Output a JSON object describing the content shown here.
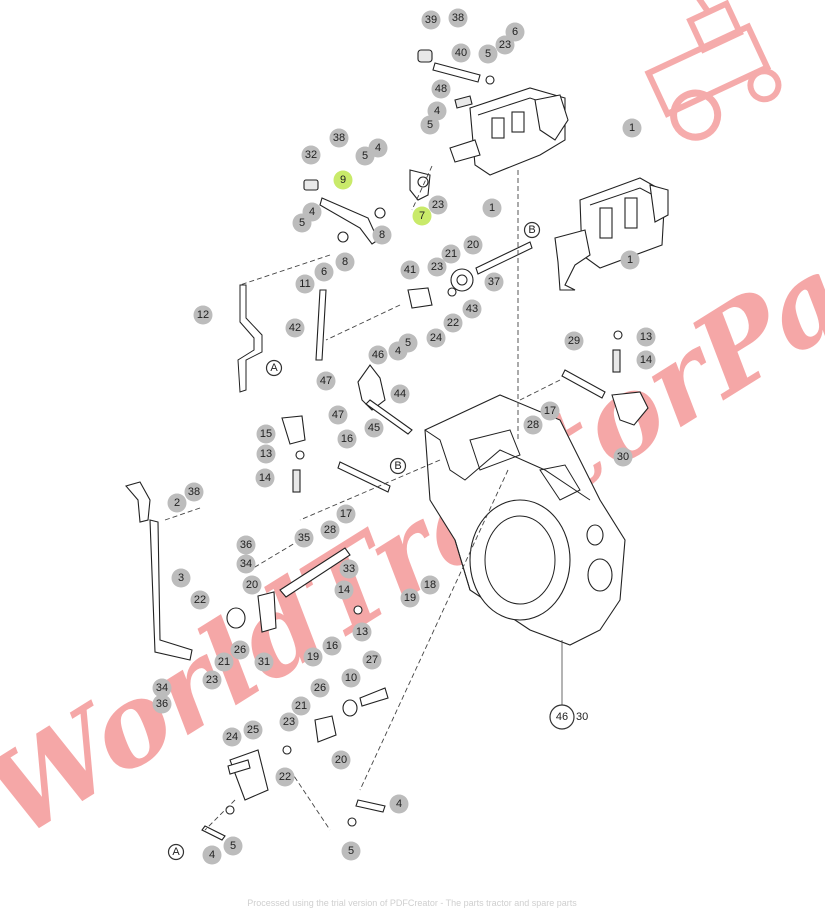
{
  "diagram": {
    "callouts": [
      {
        "label": "39"
      },
      {
        "label": "38"
      },
      {
        "label": "6"
      },
      {
        "label": "40"
      },
      {
        "label": "5"
      },
      {
        "label": "23"
      },
      {
        "label": "48"
      },
      {
        "label": "4"
      },
      {
        "label": "5"
      },
      {
        "label": "1"
      },
      {
        "label": "1"
      },
      {
        "label": "1"
      },
      {
        "label": "32"
      },
      {
        "label": "38"
      },
      {
        "label": "4"
      },
      {
        "label": "5"
      },
      {
        "label": "9"
      },
      {
        "label": "7"
      },
      {
        "label": "23"
      },
      {
        "label": "4"
      },
      {
        "label": "5"
      },
      {
        "label": "8"
      },
      {
        "label": "8"
      },
      {
        "label": "6"
      },
      {
        "label": "11"
      },
      {
        "label": "12"
      },
      {
        "label": "42"
      },
      {
        "label": "41"
      },
      {
        "label": "23"
      },
      {
        "label": "21"
      },
      {
        "label": "20"
      },
      {
        "label": "37"
      },
      {
        "label": "43"
      },
      {
        "label": "22"
      },
      {
        "label": "24"
      },
      {
        "label": "4"
      },
      {
        "label": "5"
      },
      {
        "label": "46"
      },
      {
        "label": "47"
      },
      {
        "label": "47"
      },
      {
        "label": "45"
      },
      {
        "label": "44"
      },
      {
        "label": "29"
      },
      {
        "label": "13"
      },
      {
        "label": "14"
      },
      {
        "label": "17"
      },
      {
        "label": "28"
      },
      {
        "label": "30"
      },
      {
        "label": "15"
      },
      {
        "label": "13"
      },
      {
        "label": "14"
      },
      {
        "label": "16"
      },
      {
        "label": "2"
      },
      {
        "label": "38"
      },
      {
        "label": "28"
      },
      {
        "label": "17"
      },
      {
        "label": "35"
      },
      {
        "label": "36"
      },
      {
        "label": "34"
      },
      {
        "label": "33"
      },
      {
        "label": "20"
      },
      {
        "label": "3"
      },
      {
        "label": "22"
      },
      {
        "label": "26"
      },
      {
        "label": "21"
      },
      {
        "label": "31"
      },
      {
        "label": "19"
      },
      {
        "label": "18"
      },
      {
        "label": "14"
      },
      {
        "label": "13"
      },
      {
        "label": "16"
      },
      {
        "label": "19"
      },
      {
        "label": "23"
      },
      {
        "label": "34"
      },
      {
        "label": "36"
      },
      {
        "label": "27"
      },
      {
        "label": "26"
      },
      {
        "label": "10"
      },
      {
        "label": "21"
      },
      {
        "label": "23"
      },
      {
        "label": "20"
      },
      {
        "label": "24"
      },
      {
        "label": "25"
      },
      {
        "label": "22"
      },
      {
        "label": "4"
      },
      {
        "label": "4"
      },
      {
        "label": "5"
      },
      {
        "label": "5"
      },
      {
        "label": "46"
      }
    ],
    "ref_markers": [
      {
        "label": "A"
      },
      {
        "label": "A"
      },
      {
        "label": "B"
      },
      {
        "label": "B"
      }
    ],
    "plain_labels": [
      {
        "text": "30"
      }
    ],
    "watermark": {
      "text": "WorldTractorParts",
      "color": "#e83030"
    },
    "footer_text": "Processed using the trial version of PDFCreator - The parts tractor and spare parts"
  }
}
